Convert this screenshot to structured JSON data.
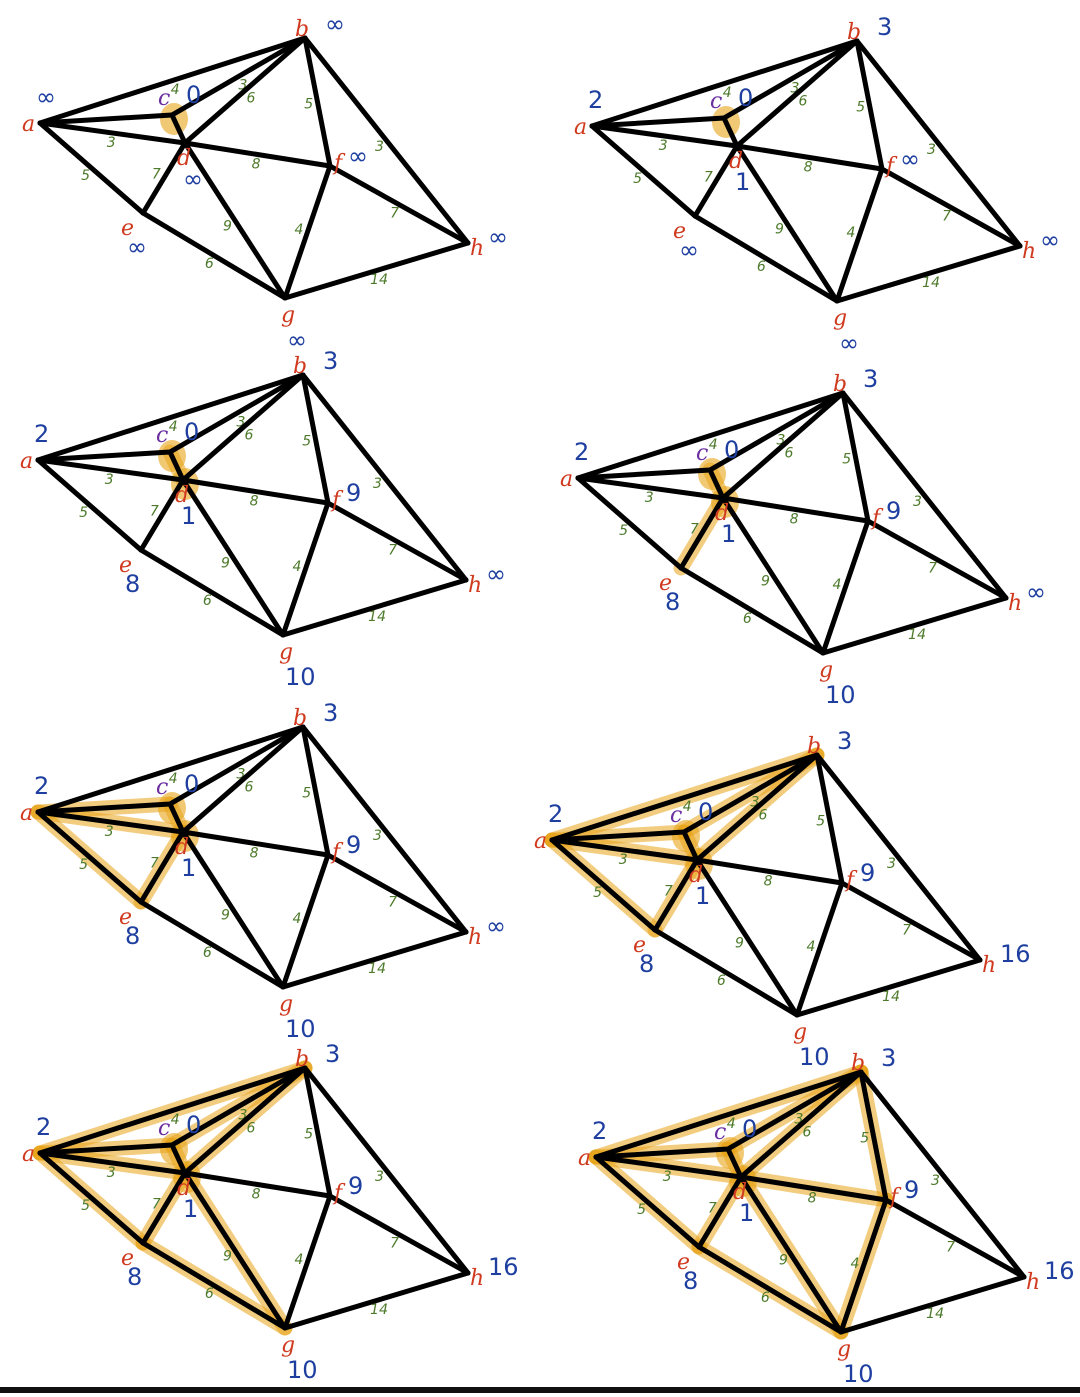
{
  "colors": {
    "edge": "#000000",
    "highlight": "#E8A317",
    "node_label": "#D03A1F",
    "source_label": "#6B2FA0",
    "distance": "#1E3FA0",
    "weight": "#4C7A2A"
  },
  "nodes": [
    "a",
    "b",
    "c",
    "d",
    "e",
    "f",
    "g",
    "h"
  ],
  "edges": [
    {
      "from": "a",
      "to": "b",
      "weight": "4"
    },
    {
      "from": "a",
      "to": "c",
      "weight": ""
    },
    {
      "from": "a",
      "to": "d",
      "weight": "3"
    },
    {
      "from": "a",
      "to": "e",
      "weight": "5"
    },
    {
      "from": "c",
      "to": "b",
      "weight": "3"
    },
    {
      "from": "c",
      "to": "d",
      "weight": ""
    },
    {
      "from": "d",
      "to": "b",
      "weight": "6"
    },
    {
      "from": "d",
      "to": "e",
      "weight": "7"
    },
    {
      "from": "d",
      "to": "f",
      "weight": "8"
    },
    {
      "from": "d",
      "to": "g",
      "weight": "9"
    },
    {
      "from": "b",
      "to": "f",
      "weight": "5"
    },
    {
      "from": "b",
      "to": "h",
      "weight": "3"
    },
    {
      "from": "f",
      "to": "g",
      "weight": "4"
    },
    {
      "from": "f",
      "to": "h",
      "weight": "7"
    },
    {
      "from": "e",
      "to": "g",
      "weight": "6"
    },
    {
      "from": "g",
      "to": "h",
      "weight": "14"
    }
  ],
  "panels": [
    {
      "distances": {
        "a": "∞",
        "b": "∞",
        "c": "0",
        "d": "∞",
        "e": "∞",
        "f": "∞",
        "g": "∞",
        "h": "∞"
      },
      "highlight_nodes": [
        "c"
      ],
      "highlight_edges": []
    },
    {
      "distances": {
        "a": "2",
        "b": "3",
        "c": "0",
        "d": "1",
        "e": "∞",
        "f": "∞",
        "g": "∞",
        "h": "∞"
      },
      "highlight_nodes": [
        "c"
      ],
      "highlight_edges": []
    },
    {
      "distances": {
        "a": "2",
        "b": "3",
        "c": "0",
        "d": "1",
        "e": "8",
        "f": "9",
        "g": "10",
        "h": "∞"
      },
      "highlight_nodes": [
        "c",
        "d"
      ],
      "highlight_edges": [
        [
          "c",
          "d"
        ]
      ]
    },
    {
      "distances": {
        "a": "2",
        "b": "3",
        "c": "0",
        "d": "1",
        "e": "8",
        "f": "9",
        "g": "10",
        "h": "∞"
      },
      "highlight_nodes": [
        "c",
        "d"
      ],
      "highlight_edges": [
        [
          "c",
          "d"
        ],
        [
          "d",
          "e"
        ]
      ]
    },
    {
      "distances": {
        "a": "2",
        "b": "3",
        "c": "0",
        "d": "1",
        "e": "8",
        "f": "9",
        "g": "10",
        "h": "∞"
      },
      "highlight_nodes": [
        "c",
        "d"
      ],
      "highlight_edges": [
        [
          "c",
          "d"
        ],
        [
          "d",
          "e"
        ],
        [
          "a",
          "c"
        ],
        [
          "a",
          "d"
        ],
        [
          "a",
          "e"
        ]
      ]
    },
    {
      "distances": {
        "a": "2",
        "b": "3",
        "c": "0",
        "d": "1",
        "e": "8",
        "f": "9",
        "g": "10",
        "h": "16"
      },
      "highlight_nodes": [
        "c",
        "d"
      ],
      "highlight_edges": [
        [
          "c",
          "d"
        ],
        [
          "d",
          "e"
        ],
        [
          "a",
          "c"
        ],
        [
          "a",
          "d"
        ],
        [
          "a",
          "e"
        ],
        [
          "a",
          "b"
        ],
        [
          "c",
          "b"
        ],
        [
          "d",
          "b"
        ]
      ]
    },
    {
      "distances": {
        "a": "2",
        "b": "3",
        "c": "0",
        "d": "1",
        "e": "8",
        "f": "9",
        "g": "10",
        "h": "16"
      },
      "highlight_nodes": [
        "c",
        "d"
      ],
      "highlight_edges": [
        [
          "c",
          "d"
        ],
        [
          "d",
          "e"
        ],
        [
          "a",
          "c"
        ],
        [
          "a",
          "d"
        ],
        [
          "a",
          "e"
        ],
        [
          "a",
          "b"
        ],
        [
          "c",
          "b"
        ],
        [
          "d",
          "b"
        ],
        [
          "d",
          "g"
        ],
        [
          "e",
          "g"
        ]
      ]
    },
    {
      "distances": {
        "a": "2",
        "b": "3",
        "c": "0",
        "d": "1",
        "e": "8",
        "f": "9",
        "g": "10",
        "h": "16"
      },
      "highlight_nodes": [
        "c",
        "d"
      ],
      "highlight_edges": [
        [
          "c",
          "d"
        ],
        [
          "d",
          "e"
        ],
        [
          "a",
          "c"
        ],
        [
          "a",
          "d"
        ],
        [
          "a",
          "e"
        ],
        [
          "a",
          "b"
        ],
        [
          "c",
          "b"
        ],
        [
          "d",
          "b"
        ],
        [
          "d",
          "g"
        ],
        [
          "e",
          "g"
        ],
        [
          "b",
          "f"
        ],
        [
          "d",
          "f"
        ],
        [
          "f",
          "g"
        ]
      ]
    }
  ]
}
